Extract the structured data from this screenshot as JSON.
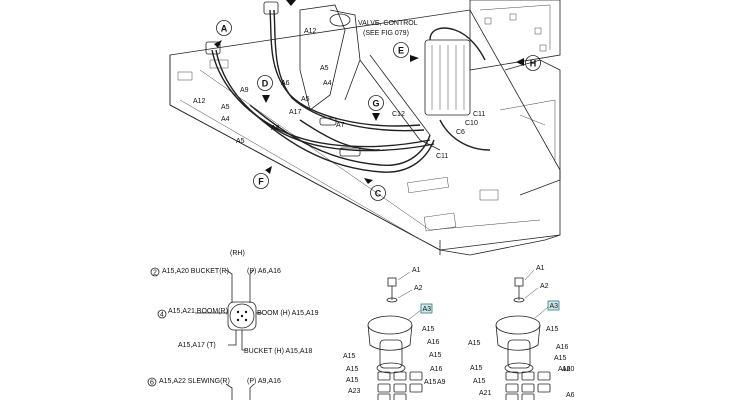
{
  "main_callouts": {
    "valve_control_line1": "VALVE, CONTROL",
    "valve_control_line2": "(SEE FIG 079)",
    "bubbles": [
      "A",
      "D",
      "G",
      "E",
      "H",
      "F",
      "C"
    ],
    "hose_labels": [
      "A12",
      "A12",
      "A6",
      "A4",
      "A5",
      "A9",
      "A5",
      "A4",
      "A5",
      "A17",
      "A8",
      "A7",
      "C12",
      "C11",
      "C10",
      "C6",
      "C11",
      "A5"
    ]
  },
  "control_pattern_1": {
    "side_label": "(RH)",
    "items": [
      {
        "num": "2",
        "text": "A15,A20 BUCKET(R)"
      },
      {
        "num": "",
        "text": "(P) A6,A16"
      },
      {
        "num": "4",
        "text": "A15,A21 BOOM(R)"
      },
      {
        "num": "",
        "text": "BOOM (H) A15,A19"
      },
      {
        "num": "",
        "text": "A15,A17 (T)"
      },
      {
        "num": "",
        "text": "BUCKET (H) A15,A18"
      }
    ]
  },
  "control_pattern_2": {
    "items": [
      {
        "num": "6",
        "text": "A15,A22 SLEWING(R)"
      },
      {
        "num": "",
        "text": "(P) A9,A16"
      }
    ]
  },
  "parts_left": {
    "labels": [
      "A1",
      "A2",
      "A3",
      "A15",
      "A16",
      "A15",
      "A15",
      "A15",
      "A23",
      "A15",
      "A16",
      "A15",
      "A9"
    ]
  },
  "parts_right": {
    "labels": [
      "A1",
      "A2",
      "A3",
      "A15",
      "A16",
      "A15",
      "A15",
      "A15",
      "A21",
      "A15",
      "A16",
      "A20",
      "A6"
    ]
  }
}
